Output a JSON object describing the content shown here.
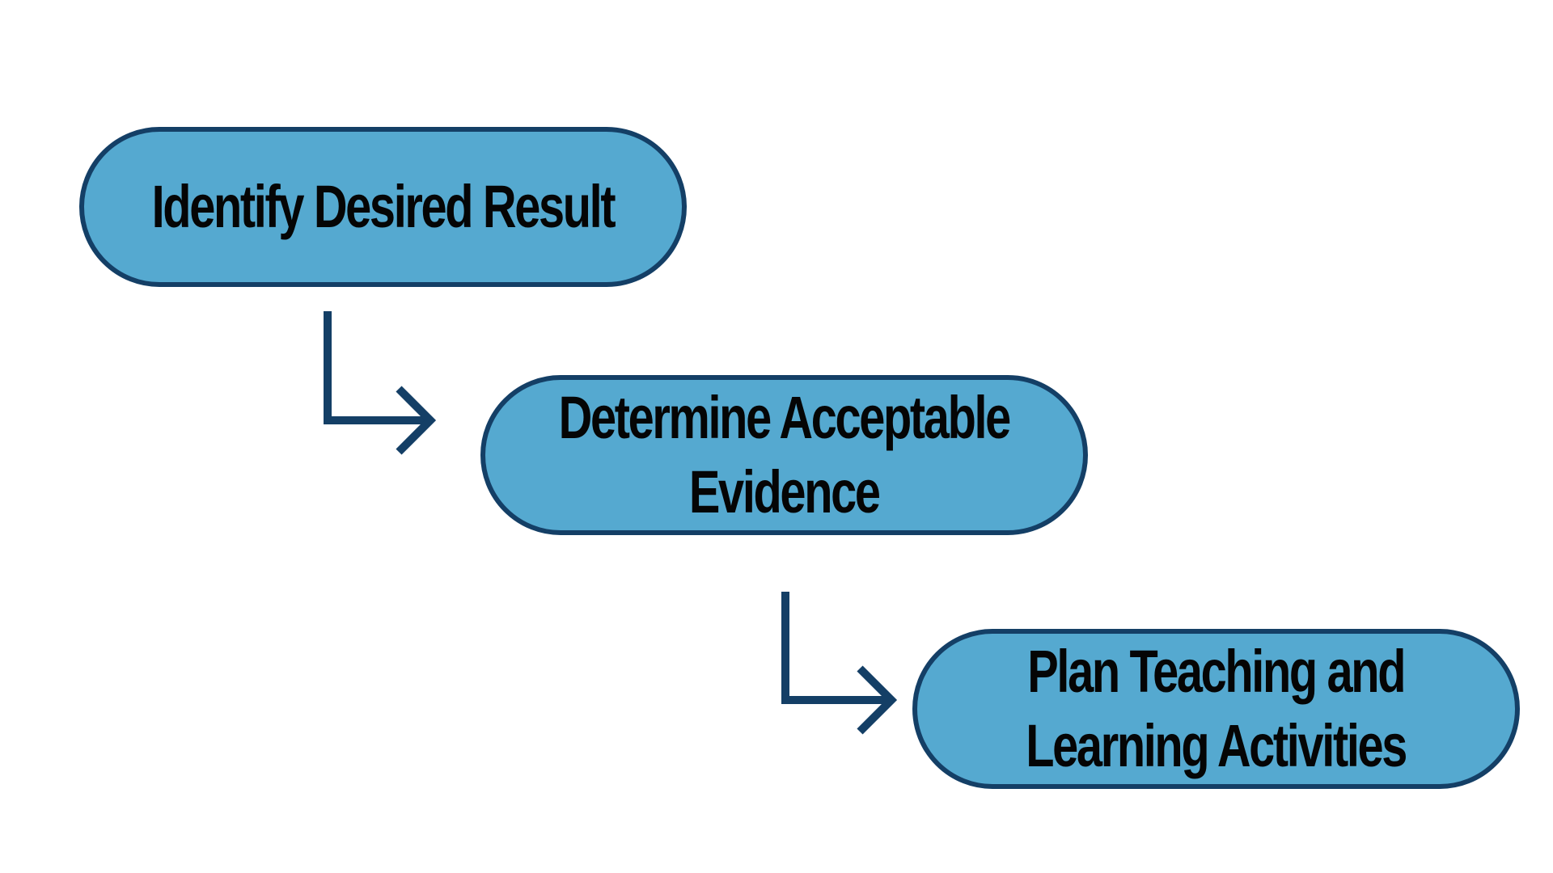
{
  "colors": {
    "box_fill": "#55a9d0",
    "box_border": "#143f66",
    "arrow": "#143f66",
    "text": "#050505",
    "background": "#ffffff"
  },
  "steps": [
    {
      "line1": "Identify Desired Result",
      "line2": ""
    },
    {
      "line1": "Determine Acceptable",
      "line2": "Evidence"
    },
    {
      "line1": "Plan Teaching and",
      "line2": "Learning Activities"
    }
  ],
  "connectors": [
    {
      "from": "step-1",
      "to": "step-2",
      "icon": "elbow-arrow-icon"
    },
    {
      "from": "step-2",
      "to": "step-3",
      "icon": "elbow-arrow-icon"
    }
  ]
}
